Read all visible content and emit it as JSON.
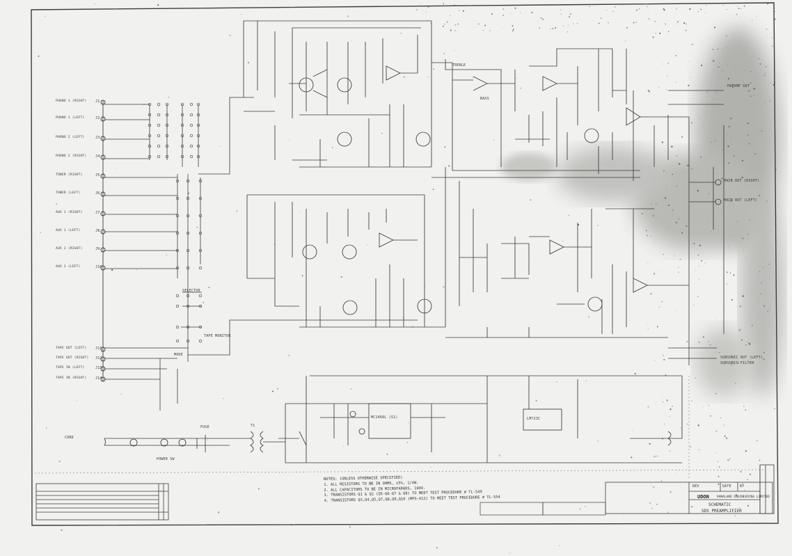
{
  "inputs": [
    "PHONO 1 (RIGHT)",
    "PHONO 1 (LEFT)",
    "PHONO 2 (LEFT)",
    "PHONO 2 (RIGHT)",
    "TUNER (RIGHT)",
    "TUNER (LEFT)",
    "AUX 1 (RIGHT)",
    "AUX 1 (LEFT)",
    "AUX 2 (RIGHT)",
    "AUX 2 (LEFT)"
  ],
  "tape_jacks": [
    "TAPE OUT (LEFT)",
    "TAPE OUT (RIGHT)",
    "TAPE IN (LEFT)",
    "TAPE IN (RIGHT)"
  ],
  "jack_ids": [
    "J1",
    "J2",
    "J3",
    "J4",
    "J5",
    "J6",
    "J7",
    "J8",
    "J9",
    "J10",
    "J11",
    "J12",
    "J13",
    "J14"
  ],
  "outputs": [
    "PREAMP OUT",
    "MAIN OUT (RIGHT)",
    "MAIN OUT (LEFT)",
    "SUBSONIC OUT (LEFT)"
  ],
  "power": {
    "cord_label": "CORD",
    "fuse_label": "FUSE",
    "switch_label": "POWER SW",
    "transformer_label": "T1",
    "regulator_label": "MC1468L (S1)",
    "regulator2_label": "LM723C"
  },
  "section_labels": [
    "TAPE MONITOR",
    "SELECTOR",
    "MODE",
    "BASS",
    "TREBLE",
    "SUBSONIC FILTER"
  ],
  "notes": {
    "heading": "NOTES: (UNLESS OTHERWISE SPECIFIED)",
    "items": [
      "1. ALL RESISTORS TO BE IN OHMS, ±5%, 1/4W.",
      "2. ALL CAPACITORS TO BE IN MICROFARADS, 100V.",
      "3. TRANSISTORS Q1 & Q2 (Q5-Q6-Q7 & Q8) TO MEET TEST PROCEDURE # TL-549",
      "4. TRANSISTORS Q3,Q4,Q5,Q7,Q8,Q9,Q10 (MPS-A12) TO MEET TEST PROCEDURE # TL-554"
    ]
  },
  "title_block": {
    "company": "UDON",
    "subtitle": "DANALAND ENGINEERING LIMITED",
    "drawing_title": "SCHEMATIC",
    "model": "SDS PREAMPLIFIER",
    "revision_labels": [
      "REV",
      "DATE",
      "BY"
    ]
  },
  "colors": {
    "paper": "#f1f1ef",
    "ink": "#3a3a3a",
    "smudge": "#8a8a86"
  }
}
